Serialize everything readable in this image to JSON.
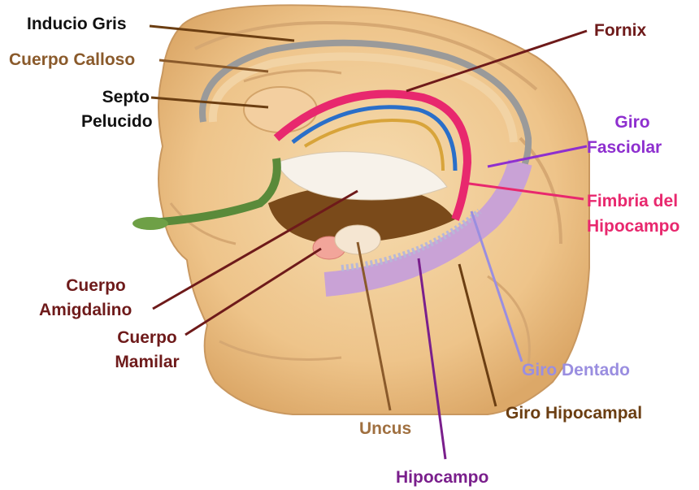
{
  "labels": {
    "inducio_gris": "Inducio Gris",
    "cuerpo_calloso": "Cuerpo Calloso",
    "septo_pelucido_1": "Septo",
    "septo_pelucido_2": "Pelucido",
    "fornix": "Fornix",
    "giro_fasciolar_1": "Giro",
    "giro_fasciolar_2": "Fasciolar",
    "fimbria_1": "Fimbria del",
    "fimbria_2": "Hipocampo",
    "cuerpo_amigdalino_1": "Cuerpo",
    "cuerpo_amigdalino_2": "Amigdalino",
    "cuerpo_mamilar_1": "Cuerpo",
    "cuerpo_mamilar_2": "Mamilar",
    "giro_dentado": "Giro Dentado",
    "giro_hipocampal": "Giro Hipocampal",
    "uncus": "Uncus",
    "hipocampo": "Hipocampo"
  },
  "colors": {
    "black": "#111111",
    "brown": "#8a5a2b",
    "dark_red": "#6e1a1a",
    "purple": "#8e2fcf",
    "pink": "#e8286e",
    "lavender": "#9a8ee0",
    "dark_brown": "#6b3e12",
    "violet": "#7a1f8c",
    "tan": "#a07040"
  }
}
